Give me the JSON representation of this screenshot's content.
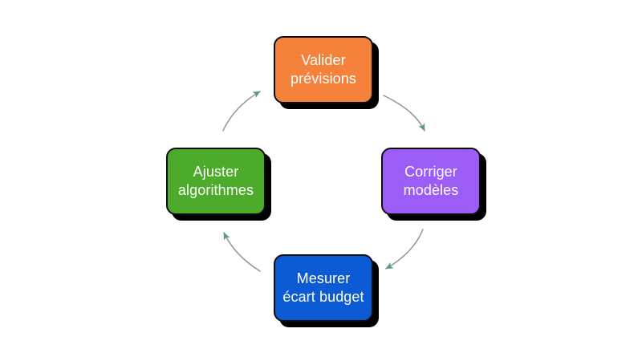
{
  "diagram": {
    "type": "cycle",
    "background_color": "#ffffff",
    "title": "",
    "nodes": [
      {
        "id": "valider",
        "label": "Valider\nprévisions",
        "line1": "Valider",
        "line2": "prévisions",
        "color": "#f5823a",
        "text_color": "#ffffff",
        "border_color": "#0d0d0d",
        "shadow_color": "#000000",
        "position": "top",
        "order": 1
      },
      {
        "id": "corriger",
        "label": "Corriger\nmodèles",
        "line1": "Corriger",
        "line2": "modèles",
        "color": "#9b5df5",
        "text_color": "#ffffff",
        "border_color": "#0d0d0d",
        "shadow_color": "#000000",
        "position": "right",
        "order": 2
      },
      {
        "id": "mesurer",
        "label": "Mesurer\nécart budget",
        "line1": "Mesurer",
        "line2": "écart budget",
        "color": "#0d5bd4",
        "text_color": "#ffffff",
        "border_color": "#0d0d0d",
        "shadow_color": "#000000",
        "position": "bottom",
        "order": 3
      },
      {
        "id": "ajuster",
        "label": "Ajuster\nalgorithmes",
        "line1": "Ajuster",
        "line2": "algorithmes",
        "color": "#4cab2b",
        "text_color": "#ffffff",
        "border_color": "#0d0d0d",
        "shadow_color": "#000000",
        "position": "left",
        "order": 4
      }
    ],
    "arrows": [
      {
        "id": "valider-to-corriger",
        "from": "valider",
        "to": "corriger",
        "style": "curved",
        "color": "#8b9b95",
        "head_color": "#54998a"
      },
      {
        "id": "corriger-to-mesurer",
        "from": "corriger",
        "to": "mesurer",
        "style": "curved",
        "color": "#8b9b95",
        "head_color": "#54998a"
      },
      {
        "id": "mesurer-to-ajuster",
        "from": "mesurer",
        "to": "ajuster",
        "style": "curved",
        "color": "#8b9b95",
        "head_color": "#54998a"
      },
      {
        "id": "ajuster-to-valider",
        "from": "ajuster",
        "to": "valider",
        "style": "curved",
        "color": "#8b9b95",
        "head_color": "#54998a"
      }
    ]
  }
}
